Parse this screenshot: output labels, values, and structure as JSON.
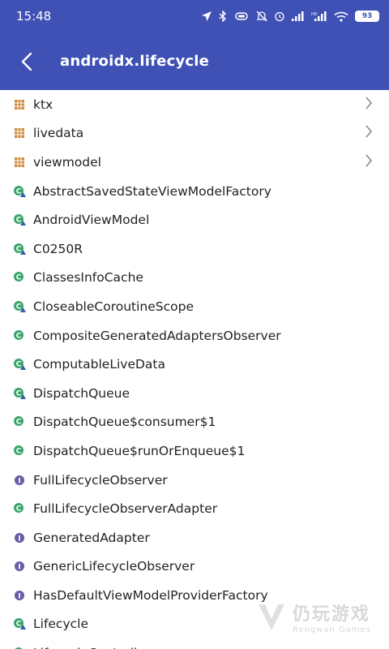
{
  "status_bar": {
    "time": "15:48",
    "battery": "93",
    "icons": [
      "location-icon",
      "bluetooth-icon",
      "mute-icon",
      "alarm-icon",
      "signal-icon",
      "hd-signal-icon",
      "wifi-icon",
      "battery-icon"
    ]
  },
  "app_bar": {
    "title": "androidx.lifecycle",
    "back_icon": "back-arrow-icon"
  },
  "colors": {
    "primary": "#3f51b5",
    "package_icon": "#d08a3a",
    "class_icon": "#3aa66b",
    "interface_icon": "#6a5aa8",
    "public_badge": "#2f5fa8"
  },
  "items": [
    {
      "label": "ktx",
      "type": "package",
      "chevron": true
    },
    {
      "label": "livedata",
      "type": "package",
      "chevron": true
    },
    {
      "label": "viewmodel",
      "type": "package",
      "chevron": true
    },
    {
      "label": "AbstractSavedStateViewModelFactory",
      "type": "class-public"
    },
    {
      "label": "AndroidViewModel",
      "type": "class-public"
    },
    {
      "label": "C0250R",
      "type": "class-public"
    },
    {
      "label": "ClassesInfoCache",
      "type": "class"
    },
    {
      "label": "CloseableCoroutineScope",
      "type": "class-public"
    },
    {
      "label": "CompositeGeneratedAdaptersObserver",
      "type": "class"
    },
    {
      "label": "ComputableLiveData",
      "type": "class-public"
    },
    {
      "label": "DispatchQueue",
      "type": "class-public"
    },
    {
      "label": "DispatchQueue$consumer$1",
      "type": "class"
    },
    {
      "label": "DispatchQueue$runOrEnqueue$1",
      "type": "class"
    },
    {
      "label": "FullLifecycleObserver",
      "type": "interface"
    },
    {
      "label": "FullLifecycleObserverAdapter",
      "type": "class"
    },
    {
      "label": "GeneratedAdapter",
      "type": "interface"
    },
    {
      "label": "GenericLifecycleObserver",
      "type": "interface"
    },
    {
      "label": "HasDefaultViewModelProviderFactory",
      "type": "interface"
    },
    {
      "label": "Lifecycle",
      "type": "class-public"
    },
    {
      "label": "LifecycleController",
      "type": "class"
    }
  ],
  "watermark": {
    "text_cn": "仍玩游戏",
    "text_en": "Rengwan Games"
  }
}
